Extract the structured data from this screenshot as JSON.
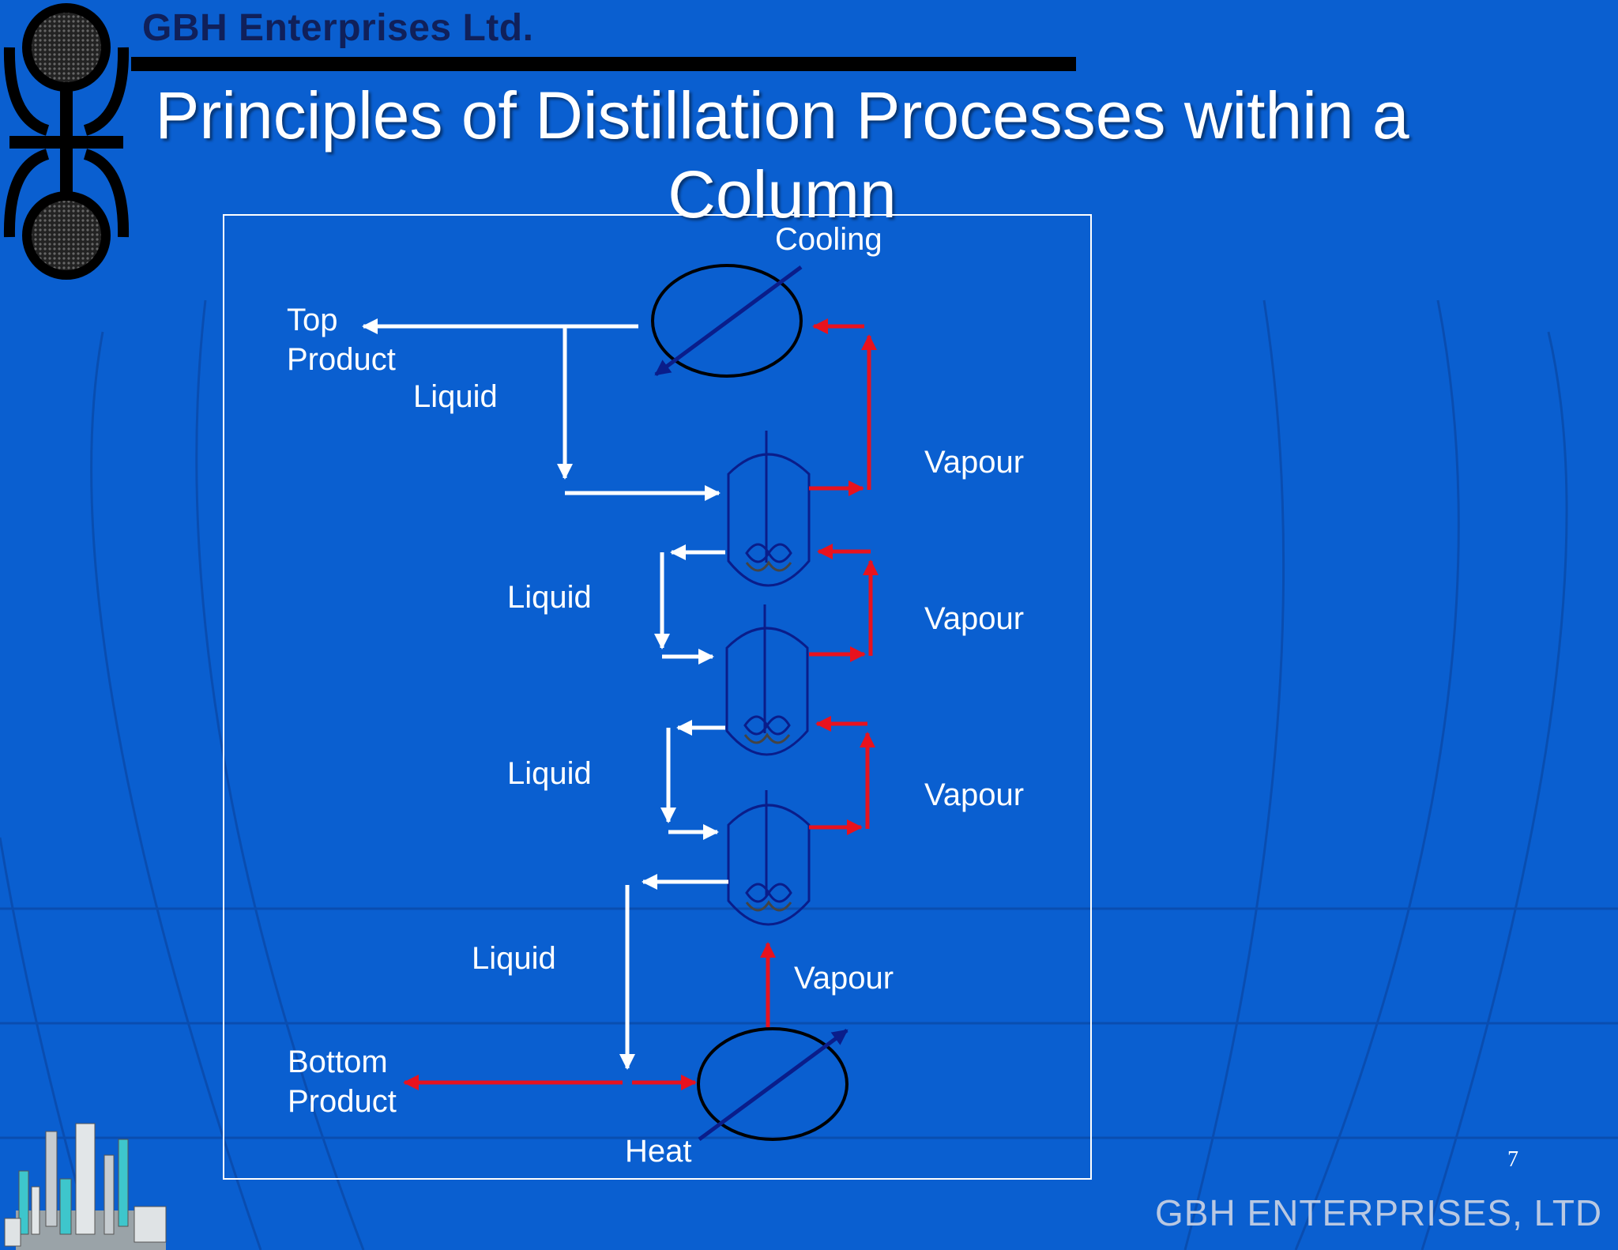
{
  "header": {
    "company": "GBH Enterprises Ltd."
  },
  "slide": {
    "title": "Principles of Distillation Processes within a Column",
    "page_number": "7",
    "footer_brand": "GBH ENTERPRISES, LTD"
  },
  "diagram": {
    "labels": {
      "cooling": "Cooling",
      "top_product_1": "Top",
      "top_product_2": "Product",
      "liquid_1": "Liquid",
      "liquid_2": "Liquid",
      "liquid_3": "Liquid",
      "liquid_4": "Liquid",
      "vapour_1": "Vapour",
      "vapour_2": "Vapour",
      "vapour_3": "Vapour",
      "vapour_4": "Vapour",
      "bottom_product_1": "Bottom",
      "bottom_product_2": "Product",
      "heat": "Heat"
    },
    "colors": {
      "background": "#0a5fd0",
      "liquid_flow": "#ffffff",
      "vapour_flow": "#e8121e",
      "vessel_outline": "#0a1d8a",
      "exchanger_outline": "#000000"
    }
  }
}
